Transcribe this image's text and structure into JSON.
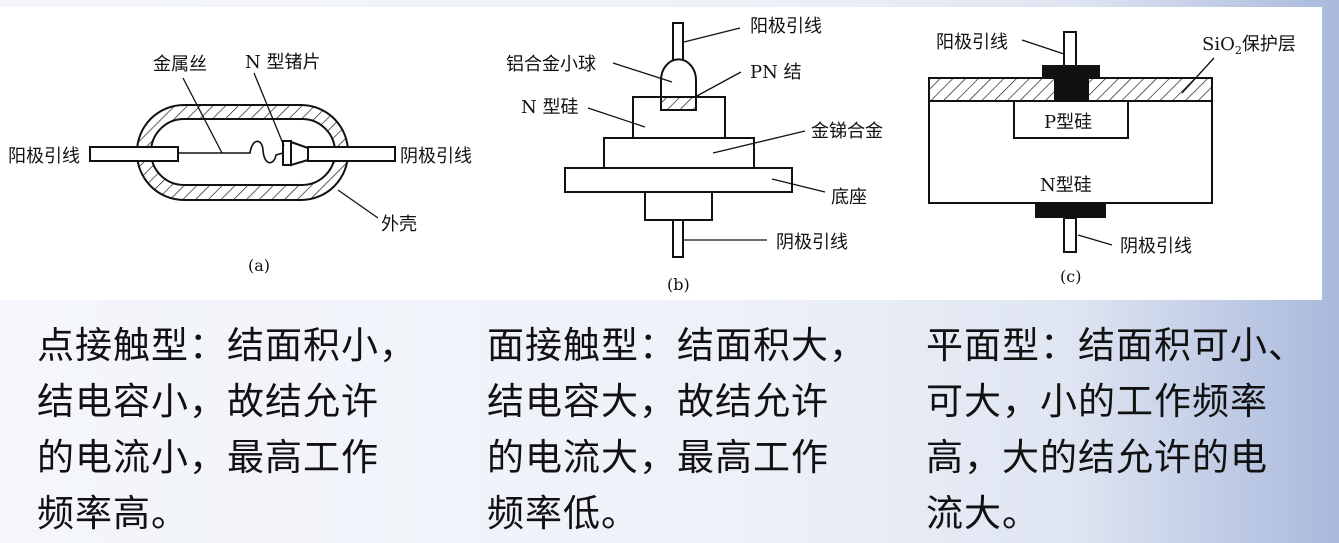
{
  "figures": {
    "a": {
      "caption": "(a)",
      "labels": {
        "anode": "阳极引线",
        "wire": "金属丝",
        "ge": "N 型锗片",
        "cathode": "阴极引线",
        "shell": "外壳"
      }
    },
    "b": {
      "caption": "(b)",
      "labels": {
        "anode": "阳极引线",
        "ball": "铝合金小球",
        "pn": "PN 结",
        "nsi": "N 型硅",
        "alloy": "金锑合金",
        "base": "底座",
        "cathode": "阴极引线"
      }
    },
    "c": {
      "caption": "(c)",
      "labels": {
        "anode": "阳极引线",
        "sio_prefix": "SiO",
        "sio_sub": "2",
        "sio_suffix": "保护层",
        "psi": "P型硅",
        "nsi": "N型硅",
        "cathode": "阴极引线"
      }
    }
  },
  "descriptions": [
    {
      "lines": [
        "点接触型：结面积小，",
        "结电容小，故结允许",
        "的电流小，最高工作",
        "频率高。"
      ]
    },
    {
      "lines": [
        "面接触型：结面积大，",
        "结电容大，故结允许",
        "的电流大，最高工作",
        "频率低。"
      ]
    },
    {
      "lines": [
        "平面型：结面积可小、",
        "可大，小的工作频率",
        "高，大的结允许的电",
        "流大。"
      ]
    }
  ]
}
